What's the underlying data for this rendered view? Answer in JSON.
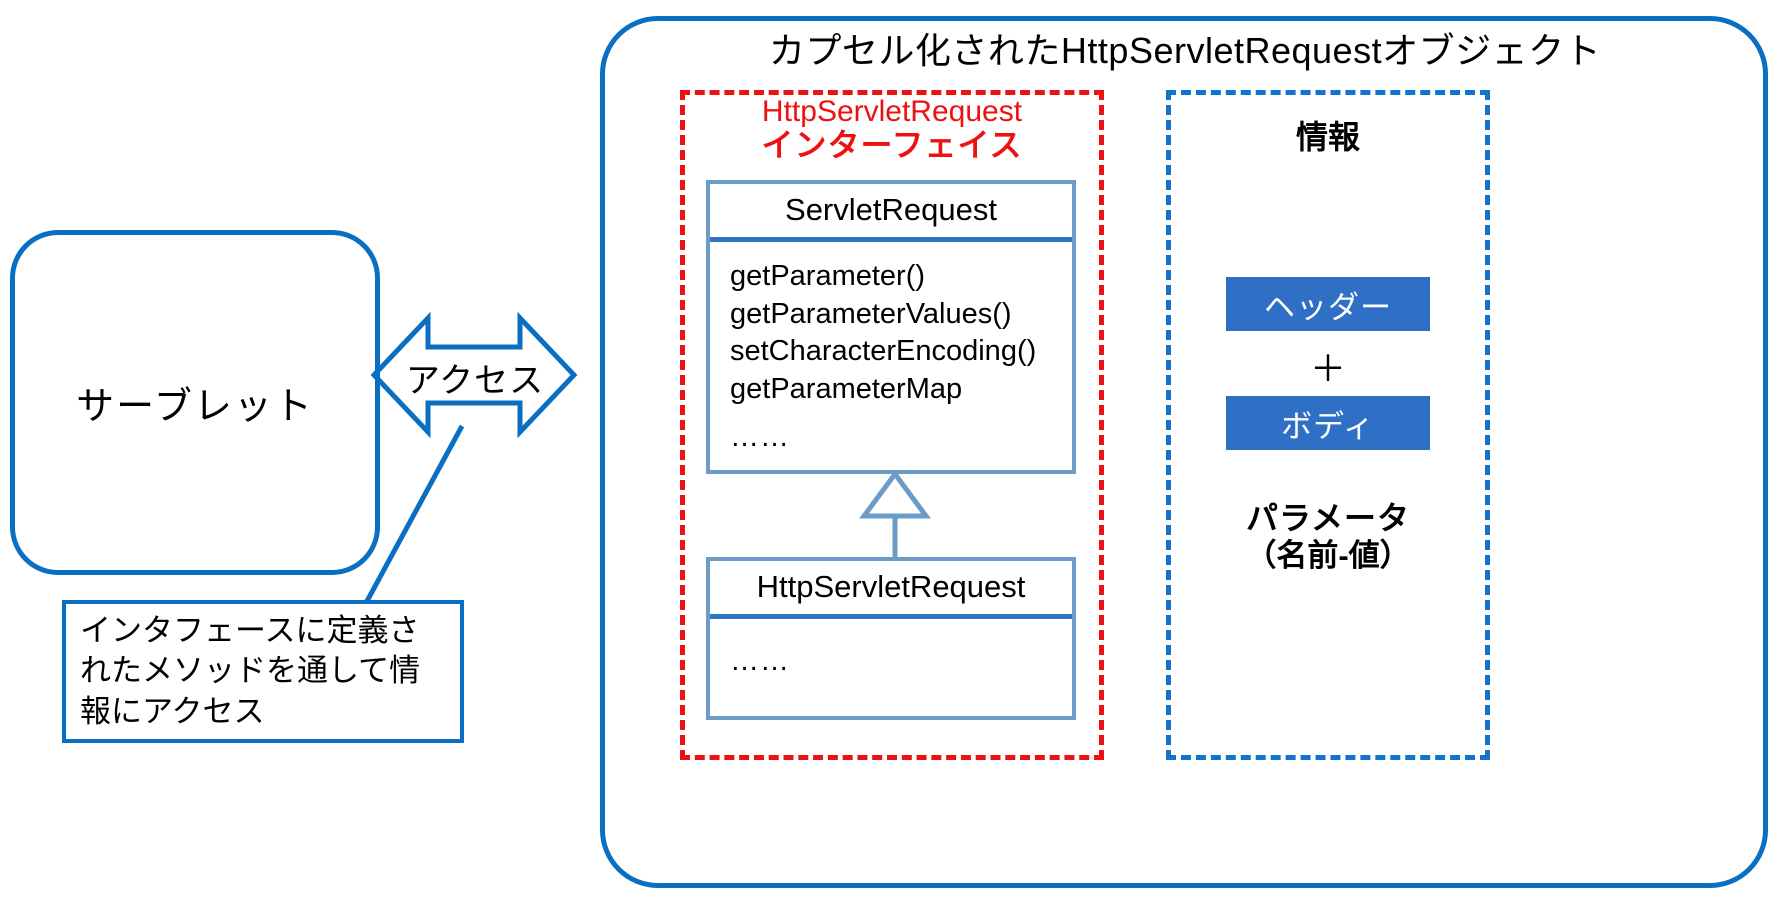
{
  "diagram": {
    "colors": {
      "blue_stroke": "#0a6fc2",
      "red_dashed": "#ee1111",
      "blue_dashed": "#1272cc",
      "uml_border": "#6d9bc8",
      "uml_divider": "#2e74c0",
      "badge_fill": "#2f70c6",
      "text": "#000000",
      "badge_text": "#ffffff"
    }
  },
  "servlet": {
    "label": "サーブレット"
  },
  "arrow": {
    "label": "アクセス",
    "icon": "double-headed-arrow-icon"
  },
  "note": {
    "lines": [
      "インタフェースに定義さ",
      "れたメソッドを通して情",
      "報にアクセス"
    ]
  },
  "container": {
    "title": "カプセル化されたHttpServletRequestオブジェクト"
  },
  "interface_region": {
    "title_line1": "HttpServletRequest",
    "title_line2": "インターフェイス",
    "classes": [
      {
        "name": "ServletRequest",
        "members": [
          "getParameter()",
          "getParameterValues()",
          "setCharacterEncoding()",
          "getParameterMap"
        ],
        "ellipsis": "……"
      },
      {
        "name": "HttpServletRequest",
        "members": [],
        "ellipsis": "……"
      }
    ],
    "relation_icon": "generalization-arrow-icon"
  },
  "info_region": {
    "title": "情報",
    "badges": [
      {
        "label": "ヘッダー"
      },
      {
        "label": "ボディ"
      }
    ],
    "plus": "＋",
    "parameter_line1": "パラメータ",
    "parameter_line2": "（名前-値）"
  }
}
